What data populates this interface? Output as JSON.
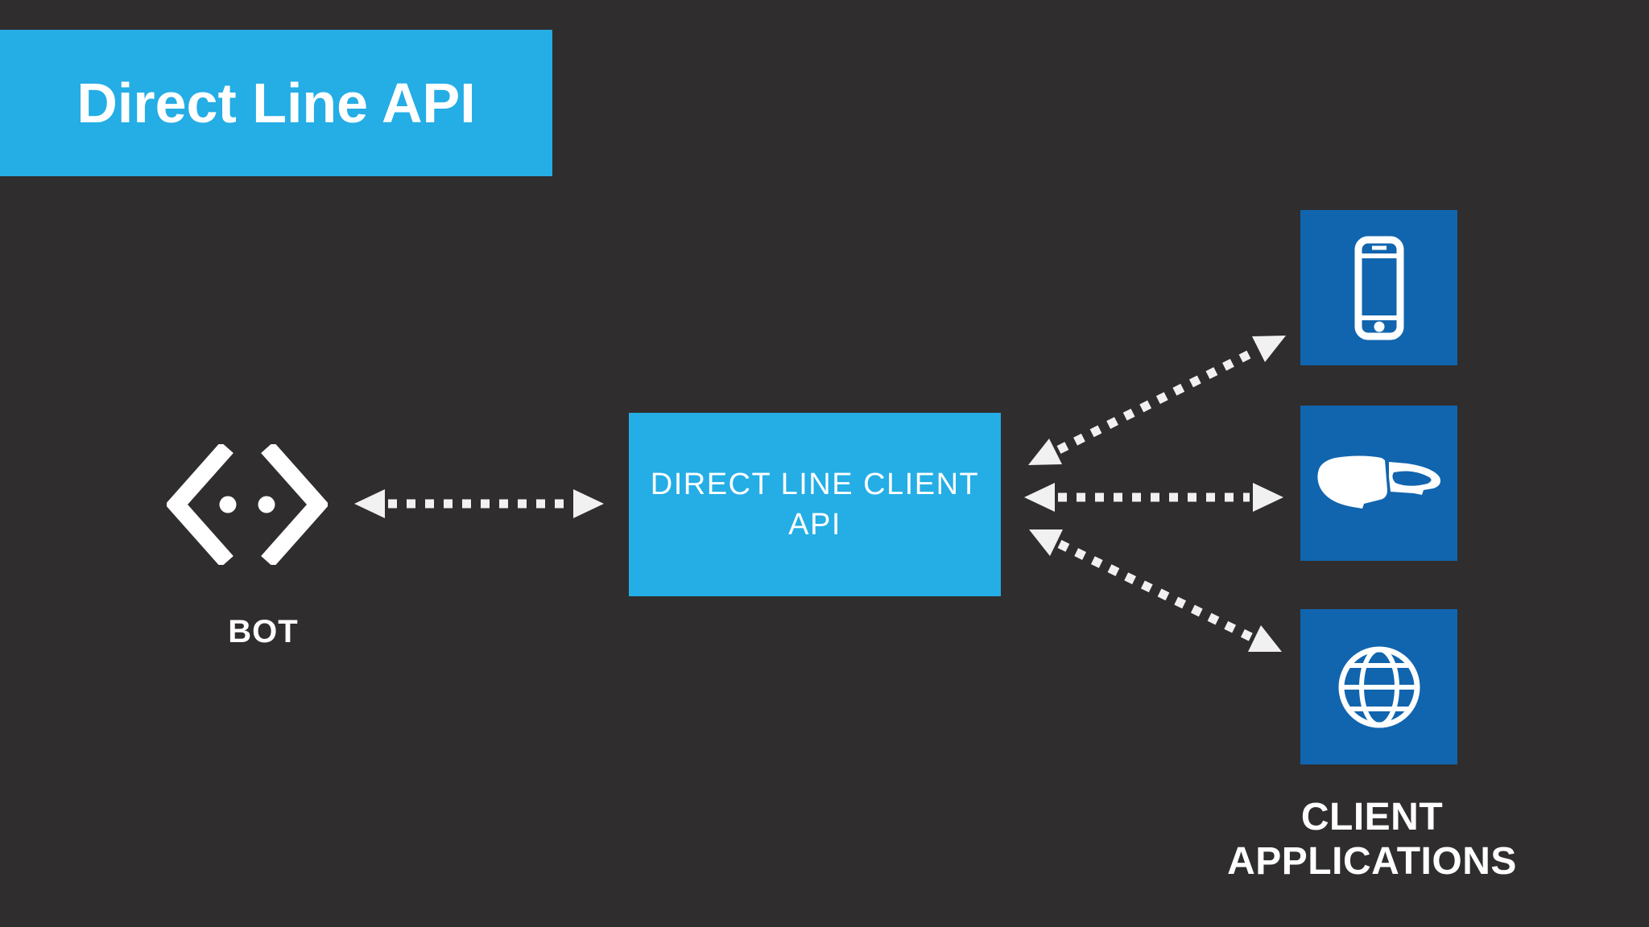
{
  "header": {
    "title": "Direct Line API"
  },
  "bot": {
    "label": "BOT",
    "icon": "bot-icon"
  },
  "api_box": {
    "label_line1": "DIRECT LINE CLIENT",
    "label_line2": "API"
  },
  "clients": {
    "caption": "CLIENT APPLICATIONS",
    "items": [
      {
        "name": "mobile-client",
        "icon": "smartphone-icon"
      },
      {
        "name": "hololens-client",
        "icon": "hololens-icon"
      },
      {
        "name": "web-client",
        "icon": "globe-icon"
      }
    ]
  },
  "connections": [
    {
      "from": "bot",
      "to": "direct-line-client-api",
      "style": "dotted-double-arrow"
    },
    {
      "from": "direct-line-client-api",
      "to": "mobile-client",
      "style": "dotted-double-arrow"
    },
    {
      "from": "direct-line-client-api",
      "to": "hololens-client",
      "style": "dotted-double-arrow"
    },
    {
      "from": "direct-line-client-api",
      "to": "web-client",
      "style": "dotted-double-arrow"
    }
  ],
  "theme": {
    "background": "#2f2d2e",
    "accent_cyan": "#25ade5",
    "tile_blue": "#1165ae",
    "text_white": "#ffffff",
    "arrow_white": "#f2f1f1"
  }
}
